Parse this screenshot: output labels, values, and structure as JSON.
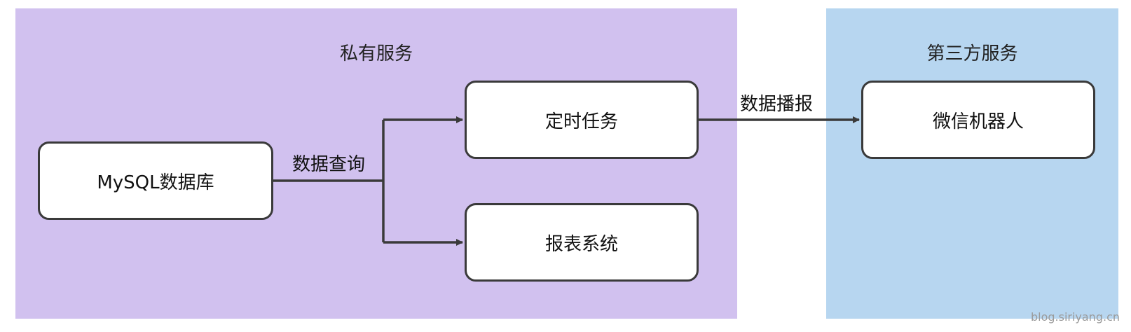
{
  "groups": {
    "private": {
      "title": "私有服务"
    },
    "third_party": {
      "title": "第三方服务"
    }
  },
  "nodes": {
    "mysql": "MySQL数据库",
    "cron": "定时任务",
    "report": "报表系统",
    "bot": "微信机器人"
  },
  "edges": {
    "query_label": "数据查询",
    "broadcast_label": "数据播报"
  },
  "watermark": "blog.siriyang.cn",
  "colors": {
    "private_bg": "#d1c1ef",
    "third_party_bg": "#b7d6f0",
    "stroke": "#3a3a3a"
  }
}
